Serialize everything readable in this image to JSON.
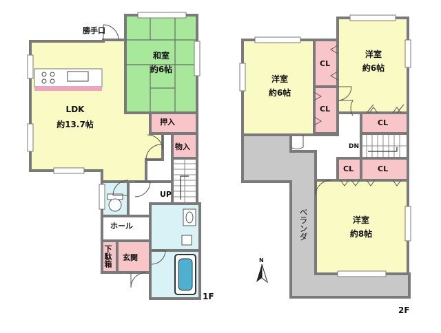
{
  "floor_1": {
    "label": "1F",
    "rooms": {
      "washitsu": {
        "name": "和室",
        "size": "約6帖"
      },
      "ldk": {
        "name": "LDK",
        "size": "約13.7帖"
      },
      "oshiire": "押入",
      "monoire": "物入",
      "hall": "ホール",
      "genkan": "玄関",
      "getabako": "下駄箱",
      "katteguchi": "勝手口",
      "up": "UP"
    }
  },
  "floor_2": {
    "label": "2F",
    "rooms": {
      "yoshitsu_left": {
        "name": "洋室",
        "size": "約6帖"
      },
      "yoshitsu_right": {
        "name": "洋室",
        "size": "約6帖"
      },
      "yoshitsu_big": {
        "name": "洋室",
        "size": "約8帖"
      },
      "closet": "CL",
      "dn": "DN",
      "balcony": "ベランダ"
    }
  },
  "compass": {
    "north": "N"
  },
  "colors": {
    "ldk": "#fafac4",
    "washitsu": "#a8e89a",
    "storage": "#f8c6c8",
    "wet": "#d8f2f6",
    "balcony": "#c8c8c8",
    "wall": "#7a7a7a"
  }
}
